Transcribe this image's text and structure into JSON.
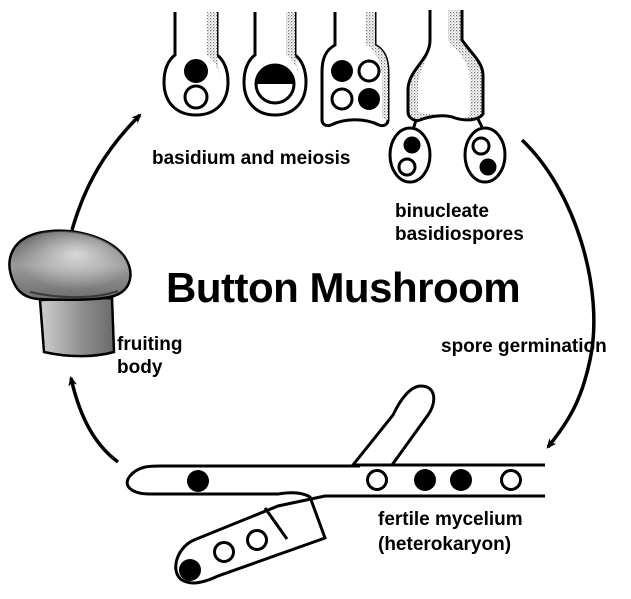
{
  "title": "Button Mushroom",
  "labels": {
    "basidium": "basidium and meiosis",
    "spores_line1": "binucleate",
    "spores_line2": "basidiospores",
    "germination": "spore germination",
    "mycelium_line1": "fertile mycelium",
    "mycelium_line2": "(heterokaryon)",
    "fruiting_line1": "fruiting",
    "fruiting_line2": "body"
  },
  "colors": {
    "ink": "#000000",
    "paper": "#ffffff",
    "stipple": "#8a8a8a"
  }
}
